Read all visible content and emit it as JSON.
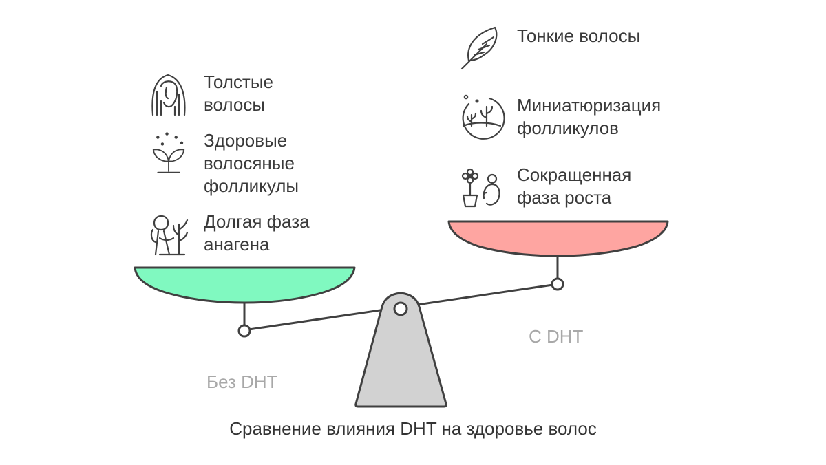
{
  "colors": {
    "left_pan": "#80f9c0",
    "right_pan": "#fea5a1",
    "fulcrum": "#d2d2d2",
    "stroke": "#404040",
    "muted_text": "#a8a8a8",
    "text": "#3a3a3a"
  },
  "left": {
    "label": "Без DHT",
    "items": [
      {
        "icon": "woman-long-hair-icon",
        "text": "Толстые\nволосы"
      },
      {
        "icon": "healthy-sprout-icon",
        "text": "Здоровые\nволосяные\nфолликулы"
      },
      {
        "icon": "woman-with-plant-icon",
        "text": "Долгая фаза\nанагена"
      }
    ]
  },
  "right": {
    "label": "С DHT",
    "items": [
      {
        "icon": "feather-icon",
        "text": "Тонкие волосы"
      },
      {
        "icon": "shrinking-plants-icon",
        "text": "Миниатюризация\nфолликулов"
      },
      {
        "icon": "potted-flower-person-icon",
        "text": "Сокращенная\nфаза роста"
      }
    ]
  },
  "caption": "Сравнение влияния DHT на здоровье волос"
}
